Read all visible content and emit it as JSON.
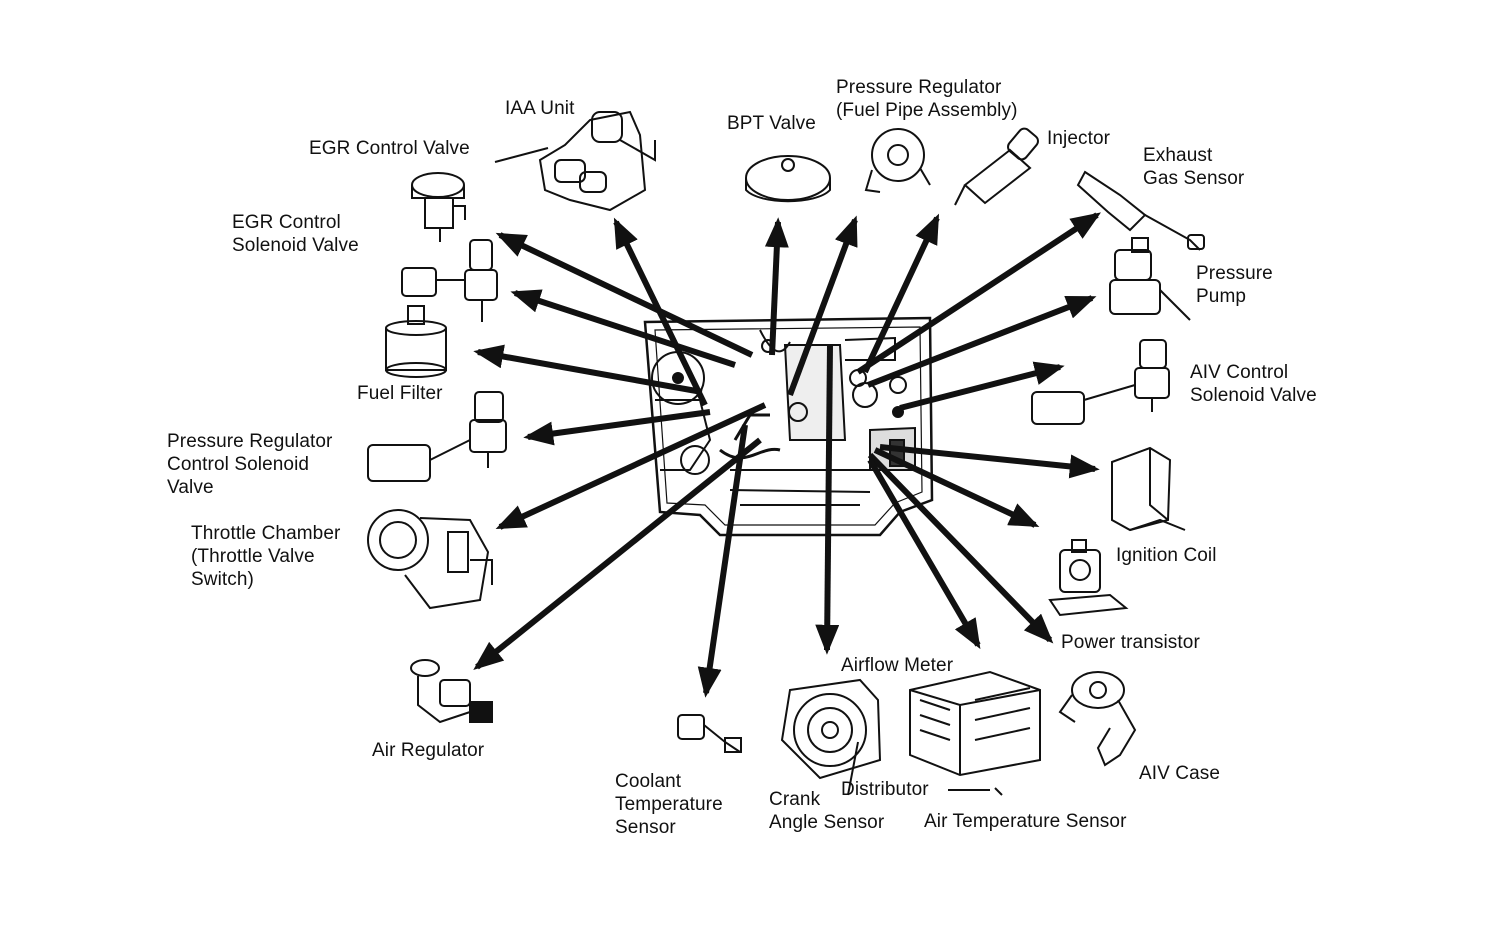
{
  "colors": {
    "ink": "#111111",
    "paper": "#ffffff"
  },
  "labels": {
    "iaa_unit": [
      "IAA Unit"
    ],
    "egr_control_valve": [
      "EGR Control Valve"
    ],
    "bpt_valve": [
      "BPT Valve"
    ],
    "pressure_regulator": [
      "Pressure Regulator",
      "(Fuel Pipe Assembly)"
    ],
    "injector": [
      "Injector"
    ],
    "exhaust_gas_sensor": [
      "Exhaust",
      "Gas Sensor"
    ],
    "egr_control_solenoid_valve": [
      "EGR Control",
      "Solenoid Valve"
    ],
    "pressure_pump": [
      "Pressure",
      "Pump"
    ],
    "fuel_filter": [
      "Fuel Filter"
    ],
    "aiv_control_solenoid_valve": [
      "AIV Control",
      "Solenoid Valve"
    ],
    "pressure_regulator_control_solenoid_valve": [
      "Pressure Regulator",
      "Control Solenoid",
      "Valve"
    ],
    "throttle_chamber": [
      "Throttle Chamber",
      "(Throttle Valve",
      "Switch)"
    ],
    "ignition_coil": [
      "Ignition Coil"
    ],
    "power_transistor": [
      "Power transistor"
    ],
    "airflow_meter": [
      "Airflow Meter"
    ],
    "air_regulator": [
      "Air Regulator"
    ],
    "aiv_case": [
      "AIV Case"
    ],
    "coolant_temperature_sensor": [
      "Coolant",
      "Temperature",
      "Sensor"
    ],
    "crank_angle_sensor": [
      "Crank",
      "Angle Sensor"
    ],
    "distributor": [
      "Distributor"
    ],
    "air_temperature_sensor": [
      "Air Temperature Sensor"
    ]
  }
}
